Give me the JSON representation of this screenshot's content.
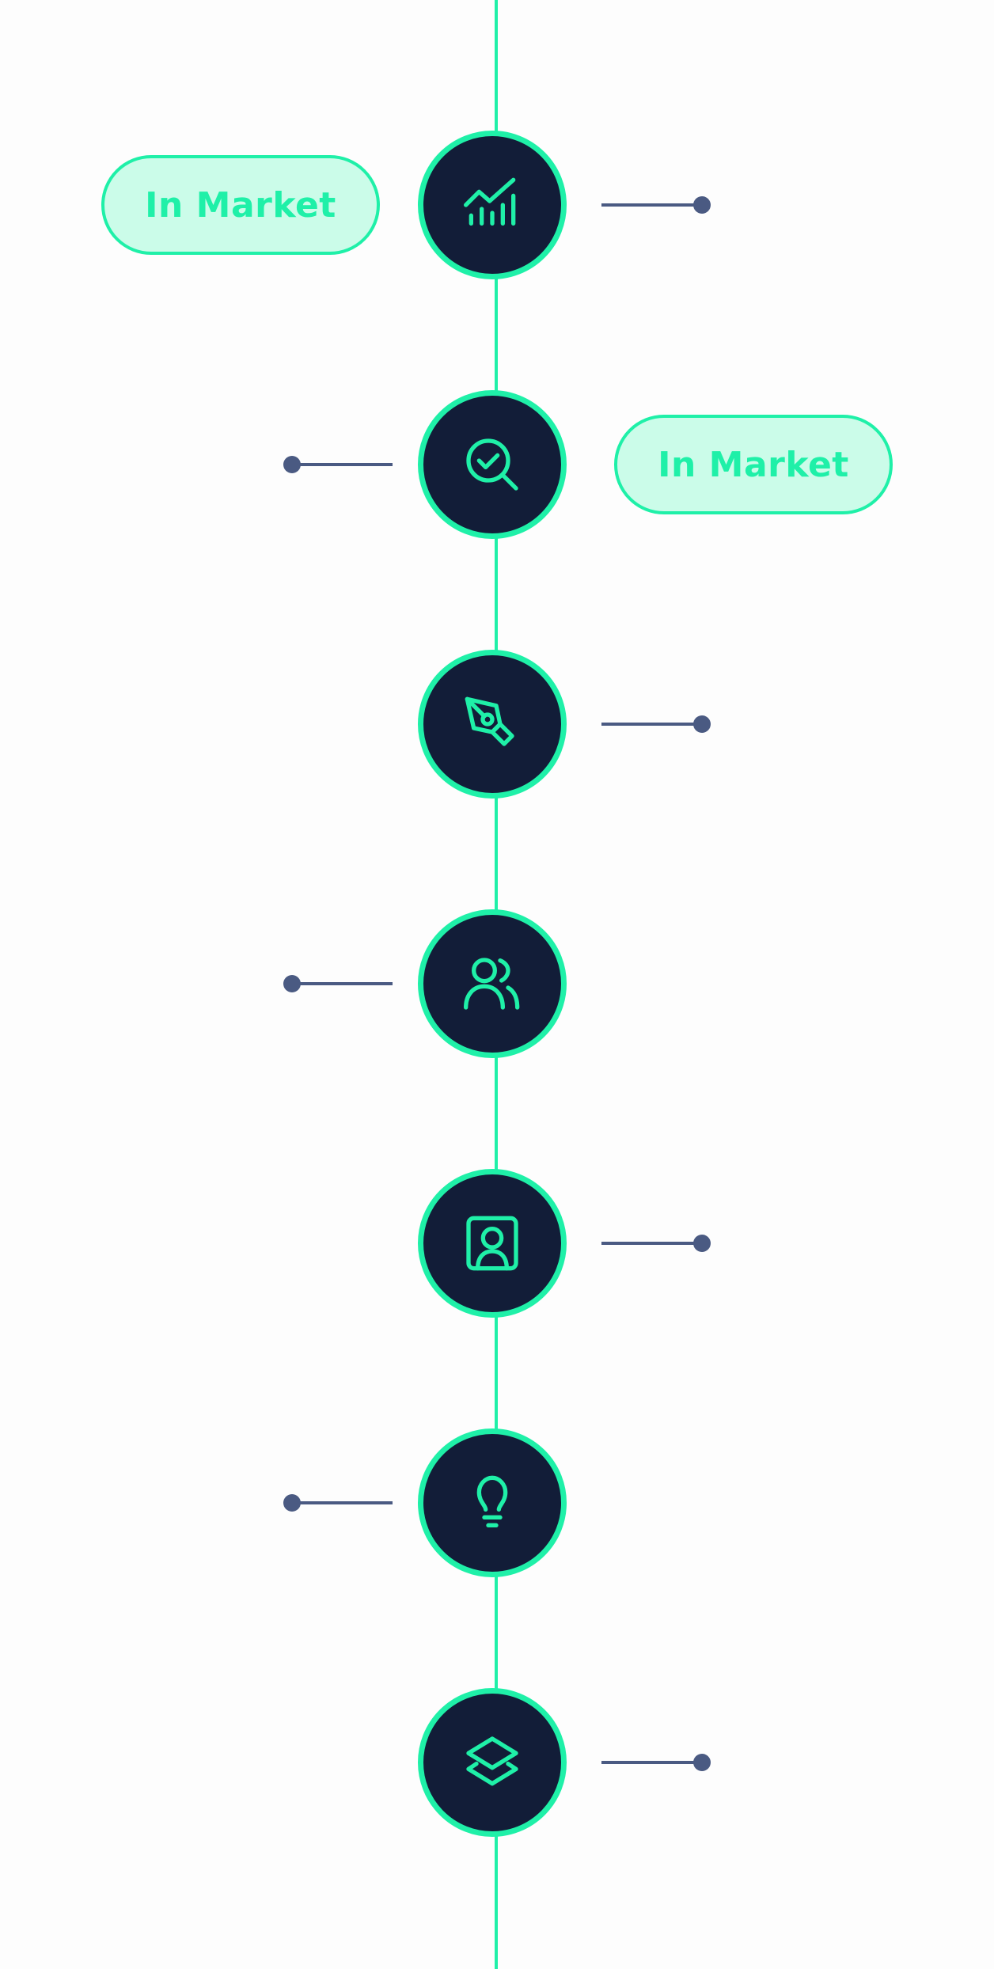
{
  "colors": {
    "accent": "#1ff0a8",
    "node_fill": "#121d38",
    "connector": "#4a5a82",
    "pill_fill": "#cbfce9",
    "background": "#fdfdfd"
  },
  "timeline": {
    "steps": [
      {
        "icon": "chart-growth-icon",
        "side": "right",
        "pill": "In Market"
      },
      {
        "icon": "search-check-icon",
        "side": "left",
        "pill": "In Market"
      },
      {
        "icon": "pen-tool-icon",
        "side": "right"
      },
      {
        "icon": "users-icon",
        "side": "left"
      },
      {
        "icon": "contact-card-icon",
        "side": "right"
      },
      {
        "icon": "lightbulb-icon",
        "side": "left"
      },
      {
        "icon": "layers-icon",
        "side": "right"
      }
    ]
  }
}
